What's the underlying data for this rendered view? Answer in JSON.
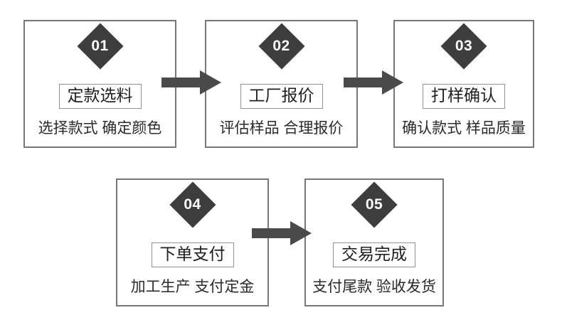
{
  "diagram": {
    "type": "process-flow",
    "title": "",
    "colors": {
      "box_border": "#777777",
      "badge_fill": "#3d3d3d",
      "badge_text": "#ffffff",
      "chip_border": "#8f8f8f",
      "arrow_fill": "#4a4a4a",
      "background": "#ffffff",
      "text": "#1f1f1f"
    },
    "steps": [
      {
        "number": "01",
        "title": "定款选料",
        "subtitle": "选择款式 确定颜色"
      },
      {
        "number": "02",
        "title": "工厂报价",
        "subtitle": "评估样品 合理报价"
      },
      {
        "number": "03",
        "title": "打样确认",
        "subtitle": "确认款式 样品质量"
      },
      {
        "number": "04",
        "title": "下单支付",
        "subtitle": "加工生产 支付定金"
      },
      {
        "number": "05",
        "title": "交易完成",
        "subtitle": "支付尾款 验收发货"
      }
    ],
    "connectors": [
      {
        "from": "01",
        "to": "02",
        "icon": "arrow-right-icon"
      },
      {
        "from": "02",
        "to": "03",
        "icon": "arrow-right-icon"
      },
      {
        "from": "04",
        "to": "05",
        "icon": "arrow-right-icon"
      }
    ]
  }
}
